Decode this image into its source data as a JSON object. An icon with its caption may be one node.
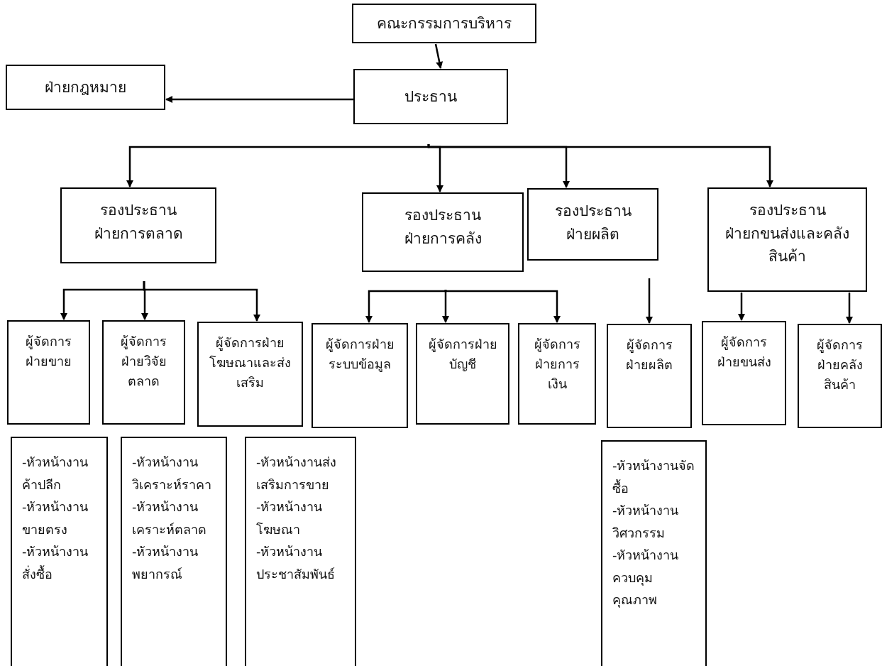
{
  "diagram": {
    "nodes": [
      {
        "text": [
          "คณะกรรมการบริหาร"
        ]
      },
      {
        "text": [
          "ประธาน"
        ]
      },
      {
        "text": [
          "ฝ่ายกฎหมาย"
        ]
      },
      {
        "text": [
          "รองประธาน",
          "ฝ่ายการตลาด"
        ]
      },
      {
        "text": [
          "รองประธาน",
          "ฝ่ายการคลัง"
        ]
      },
      {
        "text": [
          "รองประธาน",
          "ฝ่ายผลิต"
        ]
      },
      {
        "text": [
          "รองประธาน",
          "ฝ่ายกขนส่งและคลังสินค้า"
        ]
      },
      {
        "text": [
          "ผู้จัดการฝ่ายขาย"
        ]
      },
      {
        "text": [
          "ผู้จัดการฝ่ายวิจัยตลาด"
        ]
      },
      {
        "text": [
          "ผู้จัดการฝ่ายโฆษณาและส่งเสริม"
        ]
      },
      {
        "text": [
          "ผู้จัดการฝ่ายระบบข้อมูล"
        ]
      },
      {
        "text": [
          "ผู้จัดการฝ่ายบัญชี"
        ]
      },
      {
        "text": [
          "ผู้จัดการฝ่ายการเงิน"
        ]
      },
      {
        "text": [
          "ผู้จัดการฝ่ายผลิต"
        ]
      },
      {
        "text": [
          "ผู้จัดการฝ่ายขนส่ง"
        ]
      },
      {
        "text": [
          "ผู้จัดการฝ่ายคลังสินค้า"
        ]
      },
      {
        "text": [
          "-หัวหน้างานค้าปลีก",
          "-หัวหน้างานขายตรง",
          "-หัวหน้างานสั่งซื้อ"
        ]
      },
      {
        "text": [
          "-หัวหน้างานวิเคราะห์ราคา",
          "-หัวหน้างานเคราะห์ตลาด",
          "-หัวหน้างานพยากรณ์"
        ]
      },
      {
        "text": [
          "-หัวหน้างานส่งเสริมการขาย",
          "-หัวหน้างานโฆษณา",
          "-หัวหน้างานประชาสัมพันธ์"
        ]
      },
      {
        "text": [
          "-หัวหน้างานจัดซื้อ",
          "-หัวหน้างานวิศวกรรม",
          "-หัวหน้างานควบคุมคุณภาพ"
        ]
      }
    ],
    "edges": [
      {
        "from": 0,
        "to": 1,
        "arrow": "to"
      },
      {
        "from": 1,
        "to": 2,
        "arrow": "to"
      },
      {
        "from": 1,
        "to": 3,
        "arrow": "to"
      },
      {
        "from": 1,
        "to": 4,
        "arrow": "to"
      },
      {
        "from": 1,
        "to": 5,
        "arrow": "to"
      },
      {
        "from": 1,
        "to": 6,
        "arrow": "to"
      },
      {
        "from": 3,
        "to": 7,
        "arrow": "to"
      },
      {
        "from": 3,
        "to": 8,
        "arrow": "to"
      },
      {
        "from": 3,
        "to": 9,
        "arrow": "to"
      },
      {
        "from": 4,
        "to": 10,
        "arrow": "to"
      },
      {
        "from": 4,
        "to": 11,
        "arrow": "to"
      },
      {
        "from": 4,
        "to": 12,
        "arrow": "to"
      },
      {
        "from": 5,
        "to": 13,
        "arrow": "to"
      },
      {
        "from": 6,
        "to": 14,
        "arrow": "to"
      },
      {
        "from": 6,
        "to": 15,
        "arrow": "to"
      }
    ]
  }
}
